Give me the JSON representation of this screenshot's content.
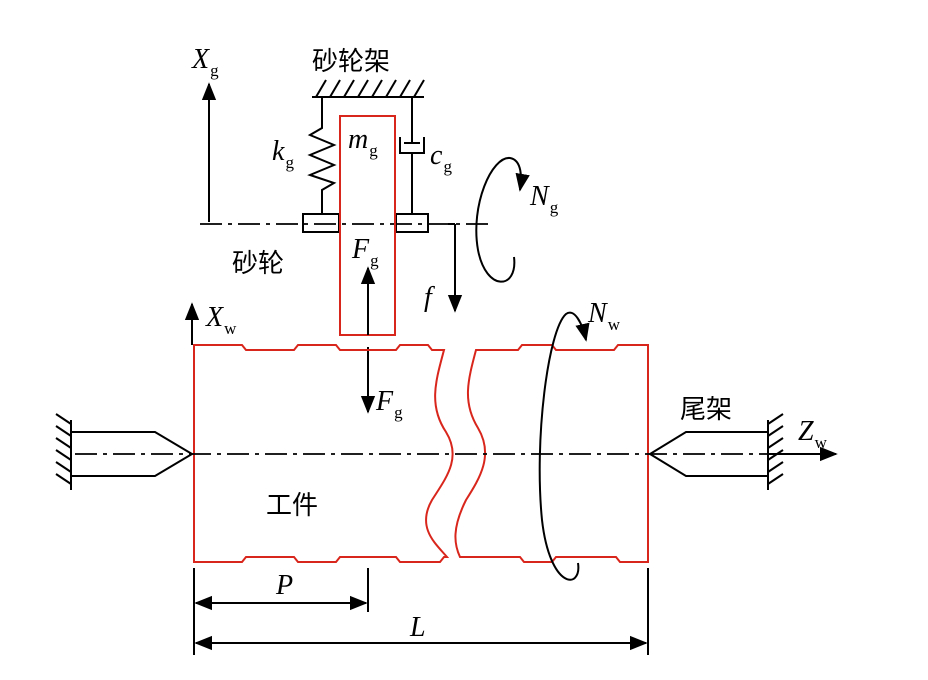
{
  "labels": {
    "wheel_head": "砂轮架",
    "wheel": "砂轮",
    "tailstock": "尾架",
    "workpiece": "工件",
    "Xg_main": "X",
    "Xg_sub": "g",
    "kg_main": "k",
    "kg_sub": "g",
    "mg_main": "m",
    "mg_sub": "g",
    "cg_main": "c",
    "cg_sub": "g",
    "Ng_main": "N",
    "Ng_sub": "g",
    "Fg_up_main": "F",
    "Fg_up_sub": "g",
    "Fg_down_main": "F",
    "Fg_down_sub": "g",
    "f": "f",
    "Xw_main": "X",
    "Xw_sub": "w",
    "Nw_main": "N",
    "Nw_sub": "w",
    "Zw_main": "Z",
    "Zw_sub": "w",
    "P": "P",
    "L": "L"
  },
  "colors": {
    "line": "#000000",
    "workpiece": "#d9261c"
  }
}
